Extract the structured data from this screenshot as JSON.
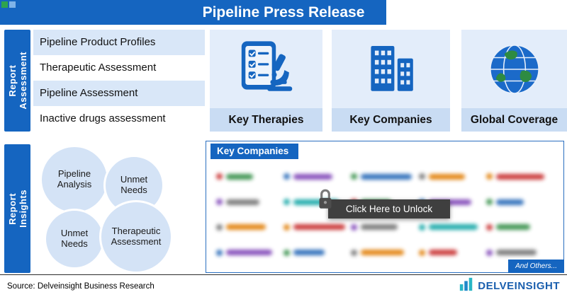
{
  "banner": {
    "title": "Pipeline Press Release"
  },
  "report_assessment": {
    "label_lines": [
      "Report",
      "Assessment"
    ],
    "items": [
      "Pipeline Product Profiles",
      "Therapeutic Assessment",
      "Pipeline Assessment",
      "Inactive drugs assessment"
    ]
  },
  "feature_cards": [
    {
      "label": "Key Therapies",
      "icon": "checklist-microscope-icon"
    },
    {
      "label": "Key Companies",
      "icon": "buildings-icon"
    },
    {
      "label": "Global Coverage",
      "icon": "globe-icon"
    }
  ],
  "report_insights": {
    "label_lines": [
      "Report",
      "Insights"
    ],
    "circles": [
      "Pipeline Analysis",
      "Unmet Needs",
      "Unmet Needs",
      "Therapeutic Assessment"
    ]
  },
  "companies_panel": {
    "header": "Key Companies",
    "unlock_label": "Click Here to Unlock",
    "others_label": "And Others...",
    "blur_palette": [
      "#c62828",
      "#1e63b5",
      "#2e8b42",
      "#6f6f6f",
      "#e07b00",
      "#7b3fb5",
      "#0ca3a3"
    ]
  },
  "footer": {
    "source": "Source: Delveinsight Business Research",
    "brand": "DELVEINSIGHT"
  },
  "colors": {
    "primary_blue": "#1565c0",
    "light_blue": "#d9e7f8",
    "label_blue": "#c9dcf3"
  }
}
